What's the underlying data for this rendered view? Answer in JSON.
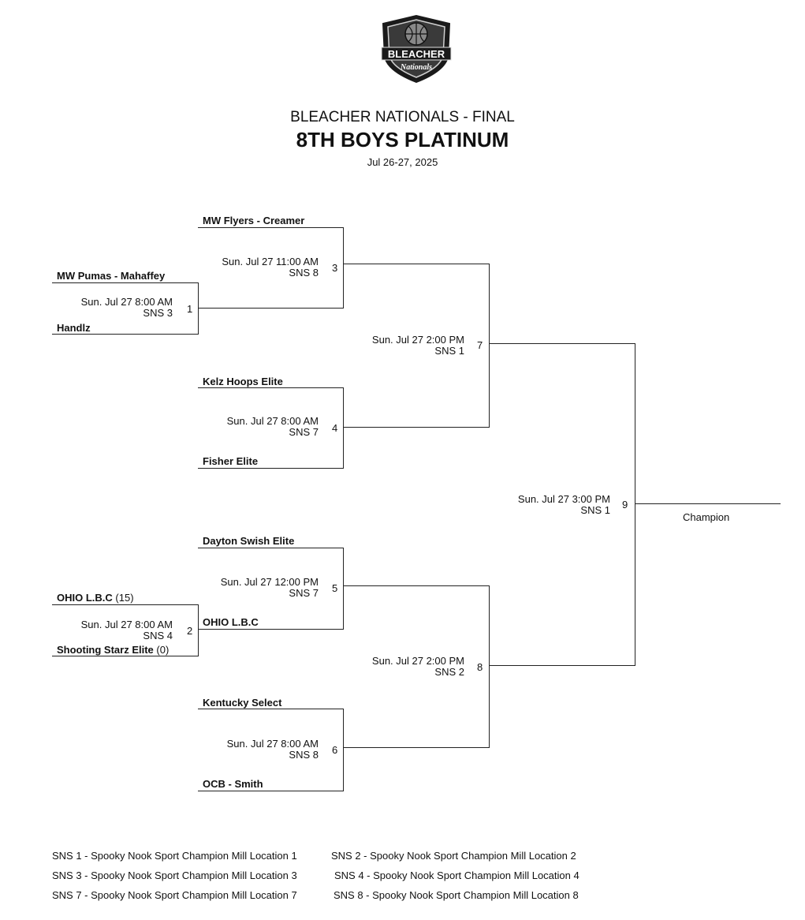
{
  "header": {
    "logo_text": "BLEACHER",
    "logo_sub": "Nationals",
    "event": "BLEACHER NATIONALS - FINAL",
    "division": "8TH BOYS PLATINUM",
    "dates": "Jul 26-27, 2025"
  },
  "games": {
    "g1": {
      "num": "1",
      "date": "Sun. Jul 27 8:00 AM",
      "court": "SNS 3",
      "team_top": "MW Pumas - Mahaffey",
      "team_bottom": "Handlz"
    },
    "g2": {
      "num": "2",
      "date": "Sun. Jul 27 8:00 AM",
      "court": "SNS 4",
      "team_top": "OHIO L.B.C",
      "score_top": "(15)",
      "team_bottom": "Shooting Starz Elite",
      "score_bottom": "(0)"
    },
    "g3": {
      "num": "3",
      "date": "Sun. Jul 27 11:00 AM",
      "court": "SNS 8",
      "team_top": "MW Flyers - Creamer"
    },
    "g4": {
      "num": "4",
      "date": "Sun. Jul 27 8:00 AM",
      "court": "SNS 7",
      "team_top": "Kelz Hoops Elite",
      "team_bottom": "Fisher Elite"
    },
    "g5": {
      "num": "5",
      "date": "Sun. Jul 27 12:00 PM",
      "court": "SNS 7",
      "team_top": "Dayton Swish Elite",
      "team_bottom": "OHIO L.B.C"
    },
    "g6": {
      "num": "6",
      "date": "Sun. Jul 27 8:00 AM",
      "court": "SNS 8",
      "team_top": "Kentucky Select",
      "team_bottom": "OCB - Smith"
    },
    "g7": {
      "num": "7",
      "date": "Sun. Jul 27 2:00 PM",
      "court": "SNS 1"
    },
    "g8": {
      "num": "8",
      "date": "Sun. Jul 27 2:00 PM",
      "court": "SNS 2"
    },
    "g9": {
      "num": "9",
      "date": "Sun. Jul 27 3:00 PM",
      "court": "SNS 1"
    }
  },
  "champion_label": "Champion",
  "legend": [
    "SNS 1 - Spooky Nook Sport Champion Mill Location 1",
    "SNS 2 - Spooky Nook Sport Champion Mill Location 2",
    "SNS 3 - Spooky Nook Sport Champion Mill Location 3",
    "SNS 4 - Spooky Nook Sport Champion Mill Location 4",
    "SNS 7 - Spooky Nook Sport Champion Mill Location 7",
    "SNS 8 - Spooky Nook Sport Champion Mill Location 8"
  ]
}
